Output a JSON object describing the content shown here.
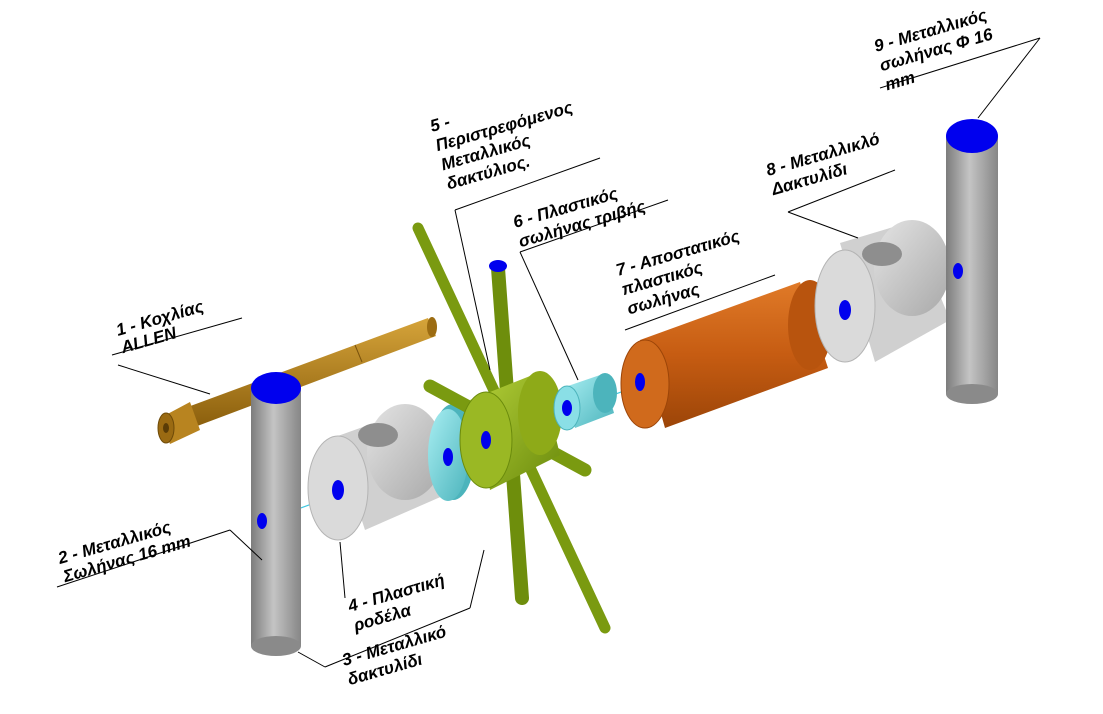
{
  "labels": {
    "p1": {
      "line1": "1 - Κοχλίας",
      "line2": "ALLEN"
    },
    "p2": {
      "line1": "2 - Μεταλλικός",
      "line2": "Σωλήνας 16 mm"
    },
    "p3": {
      "line1": "3 - Μεταλλικό",
      "line2": "δακτυλίδι"
    },
    "p4": {
      "line1": "4 - Πλαστική",
      "line2": "ροδέλα"
    },
    "p5": {
      "line1": "5 -",
      "line2": "Περιστρεφόμενος",
      "line3": "Μεταλλικός",
      "line4": "δακτύλιος."
    },
    "p6": {
      "line1": "6 - Πλαστικός",
      "line2": "σωλήνας τριβής"
    },
    "p7": {
      "line1": "7 - Αποστατικός",
      "line2": "πλαστικός",
      "line3": "σωλήνας"
    },
    "p8": {
      "line1": "8 - Μεταλλικλό",
      "line2": "Δακτυλίδι"
    },
    "p9": {
      "line1": "9 - Μεταλλικός",
      "line2": "σωλήνας Φ 16",
      "line3": "mm"
    }
  },
  "colors": {
    "bolt": "#b07e14",
    "metal_tube": "#9a9a9a",
    "tube_cap": "#0000ee",
    "metal_ring": "#c8c8c8",
    "plastic_washer": "#6ccfd6",
    "rotating_ring": "#7a9a10",
    "spacer_tube": "#c25a10",
    "axis_line": "#40c8e0"
  }
}
